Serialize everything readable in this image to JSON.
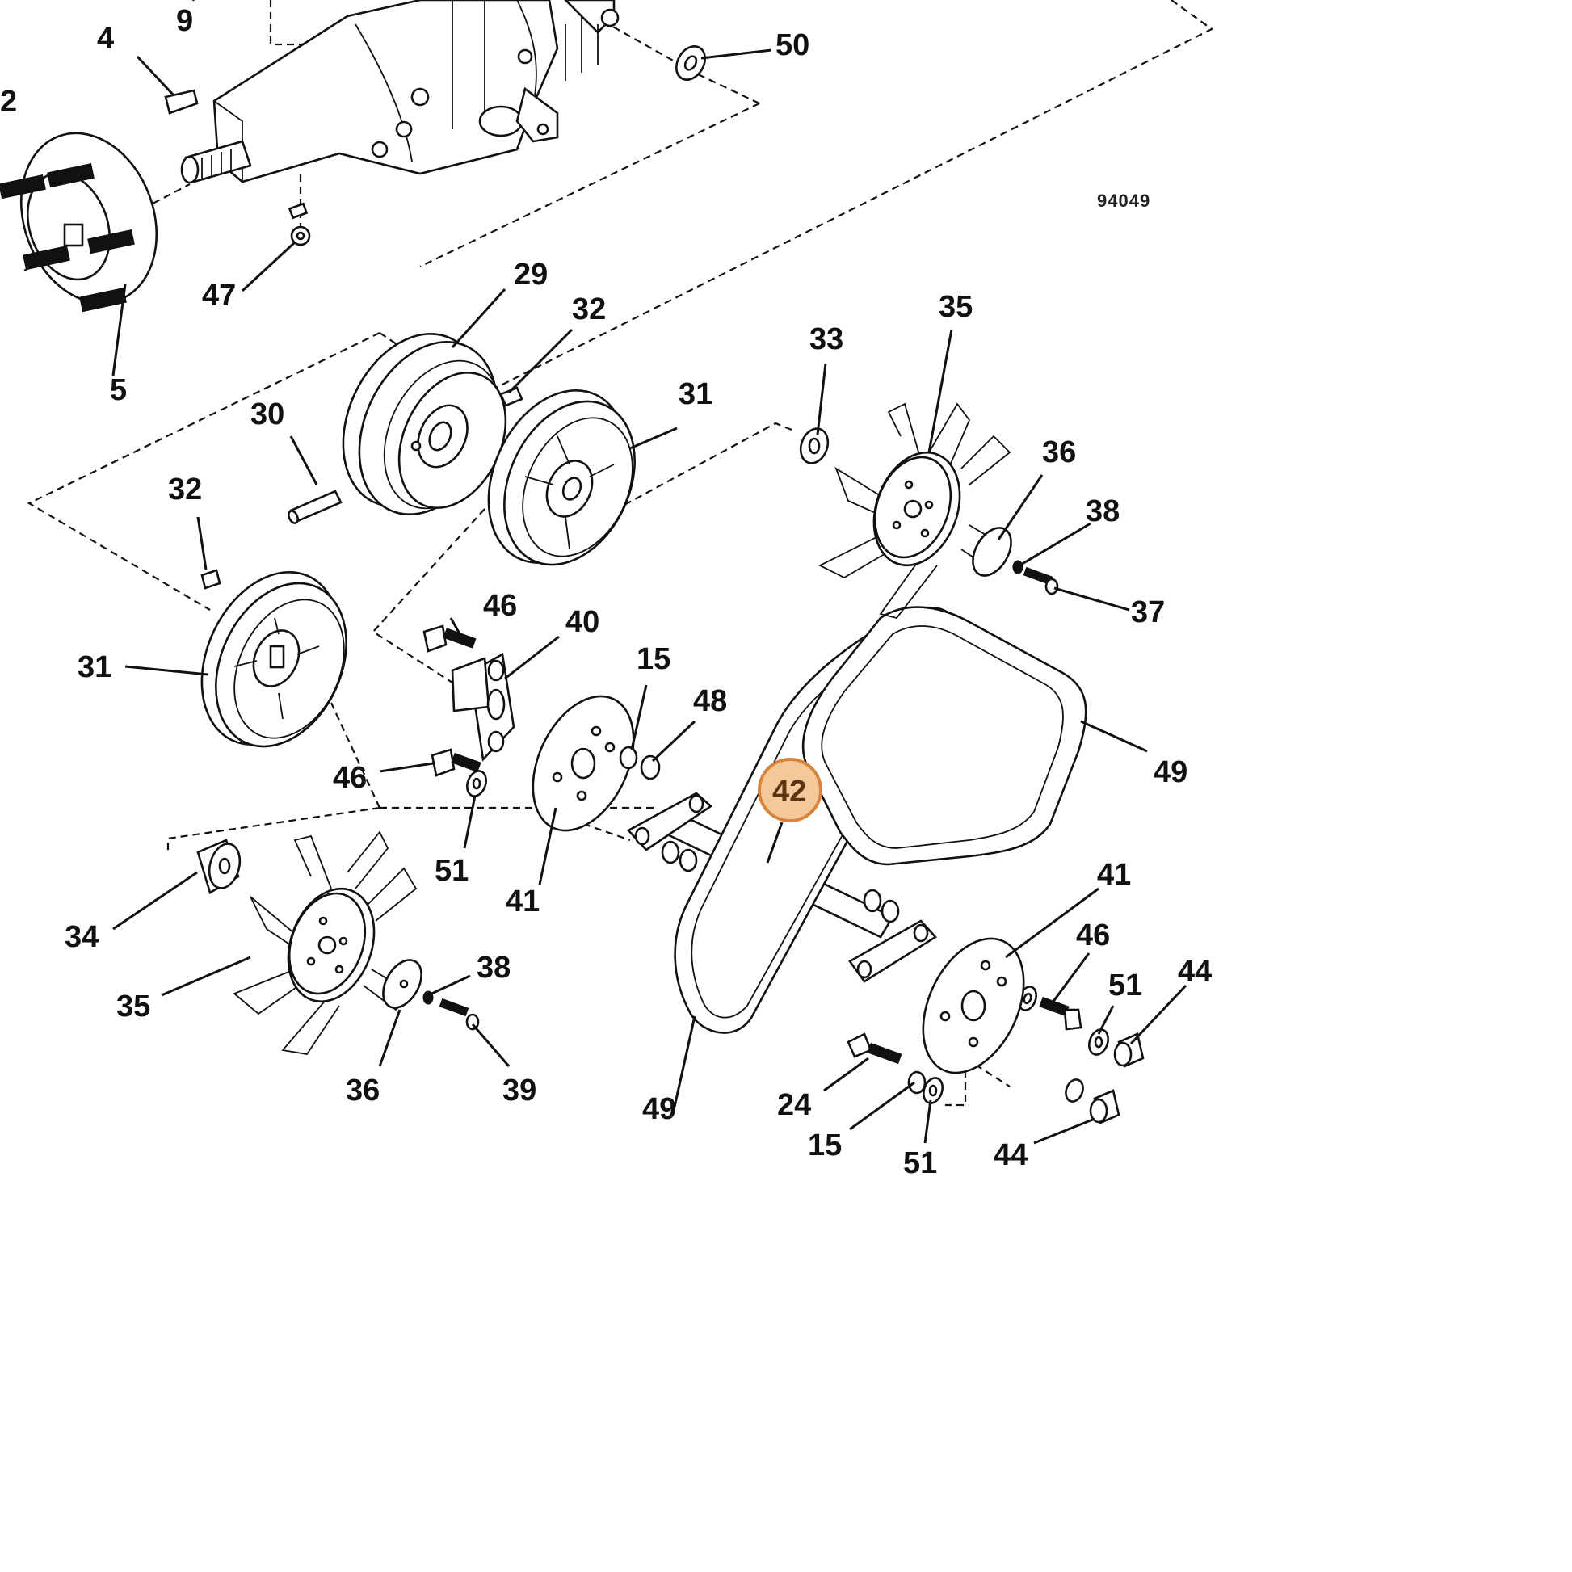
{
  "diagram": {
    "reference_number": "94049",
    "highlight_color": "#f3c89a",
    "highlight_border": "#d9843a",
    "highlighted_callout": "42",
    "callouts": [
      {
        "id": "c2",
        "text": "2"
      },
      {
        "id": "c4",
        "text": "4"
      },
      {
        "id": "c5",
        "text": "5"
      },
      {
        "id": "c9",
        "text": "9"
      },
      {
        "id": "c15a",
        "text": "15"
      },
      {
        "id": "c15b",
        "text": "15"
      },
      {
        "id": "c24",
        "text": "24"
      },
      {
        "id": "c29",
        "text": "29"
      },
      {
        "id": "c30",
        "text": "30"
      },
      {
        "id": "c31a",
        "text": "31"
      },
      {
        "id": "c31b",
        "text": "31"
      },
      {
        "id": "c32a",
        "text": "32"
      },
      {
        "id": "c32b",
        "text": "32"
      },
      {
        "id": "c33",
        "text": "33"
      },
      {
        "id": "c34",
        "text": "34"
      },
      {
        "id": "c35a",
        "text": "35"
      },
      {
        "id": "c35b",
        "text": "35"
      },
      {
        "id": "c36a",
        "text": "36"
      },
      {
        "id": "c36b",
        "text": "36"
      },
      {
        "id": "c37",
        "text": "37"
      },
      {
        "id": "c38a",
        "text": "38"
      },
      {
        "id": "c38b",
        "text": "38"
      },
      {
        "id": "c39",
        "text": "39"
      },
      {
        "id": "c40",
        "text": "40"
      },
      {
        "id": "c41a",
        "text": "41"
      },
      {
        "id": "c41b",
        "text": "41"
      },
      {
        "id": "c42",
        "text": "42"
      },
      {
        "id": "c44a",
        "text": "44"
      },
      {
        "id": "c44b",
        "text": "44"
      },
      {
        "id": "c46a",
        "text": "46"
      },
      {
        "id": "c46b",
        "text": "46"
      },
      {
        "id": "c46c",
        "text": "46"
      },
      {
        "id": "c47",
        "text": "47"
      },
      {
        "id": "c48",
        "text": "48"
      },
      {
        "id": "c49a",
        "text": "49"
      },
      {
        "id": "c49b",
        "text": "49"
      },
      {
        "id": "c50",
        "text": "50"
      },
      {
        "id": "c51a",
        "text": "51"
      },
      {
        "id": "c51b",
        "text": "51"
      },
      {
        "id": "c51c",
        "text": "51"
      }
    ]
  }
}
